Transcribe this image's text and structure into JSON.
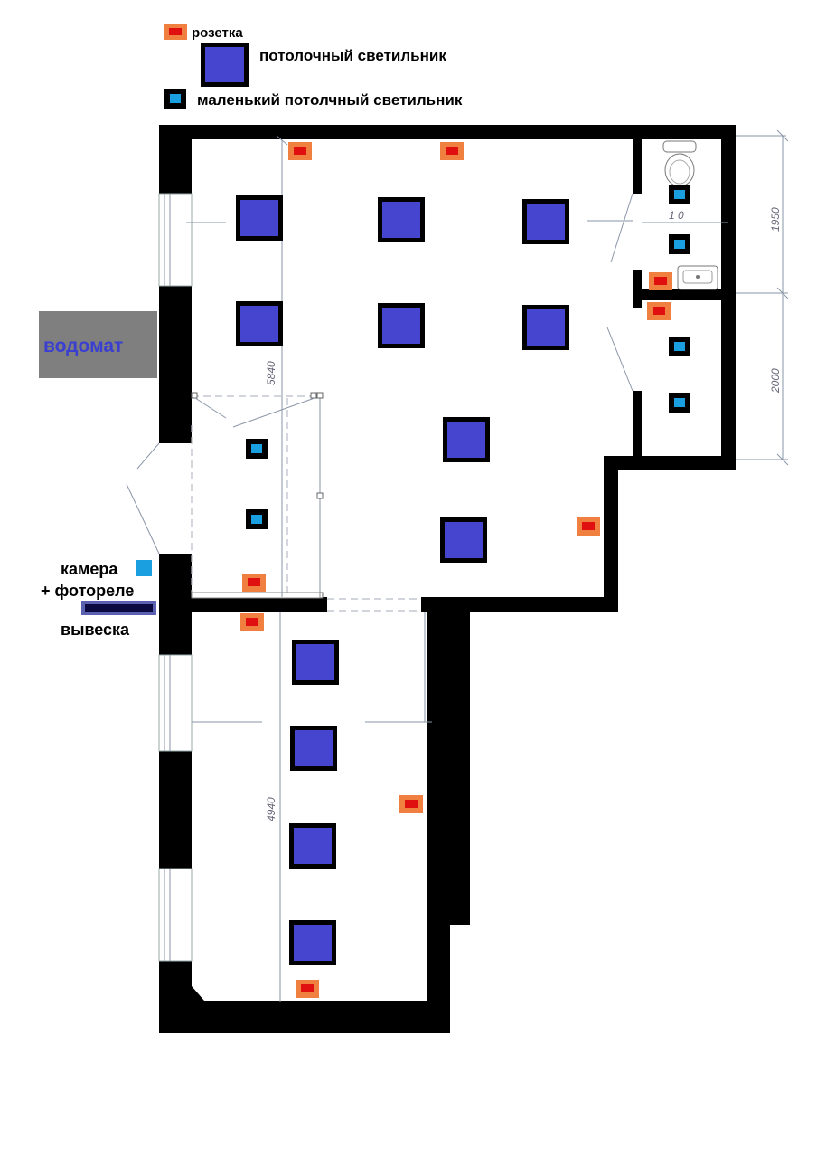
{
  "legend": {
    "socket": "розетка",
    "ceiling_light": "потолочный светильник",
    "small_ceiling_light": "маленький потолчный светильник"
  },
  "labels": {
    "vodomat": "водомат",
    "camera": "камера",
    "photorelay": "+ фотореле",
    "signboard": "вывеска"
  },
  "dimensions": {
    "d5840": "5840",
    "d4940": "4940",
    "d1950": "1950",
    "d2000": "2000",
    "d1_0": "1  0"
  },
  "colors": {
    "wall": "#000000",
    "ceiling_light_fill": "#4545d0",
    "small_light_fill": "#1aa0e0",
    "socket_outer": "#f08040",
    "socket_inner": "#e01010",
    "vodomat_bg": "#7f7f7f",
    "vodomat_text": "#3a3fd0",
    "camera_marker": "#1aa0e0",
    "signboard_fill": "#0a0a40",
    "signboard_border": "#5b60b0"
  }
}
